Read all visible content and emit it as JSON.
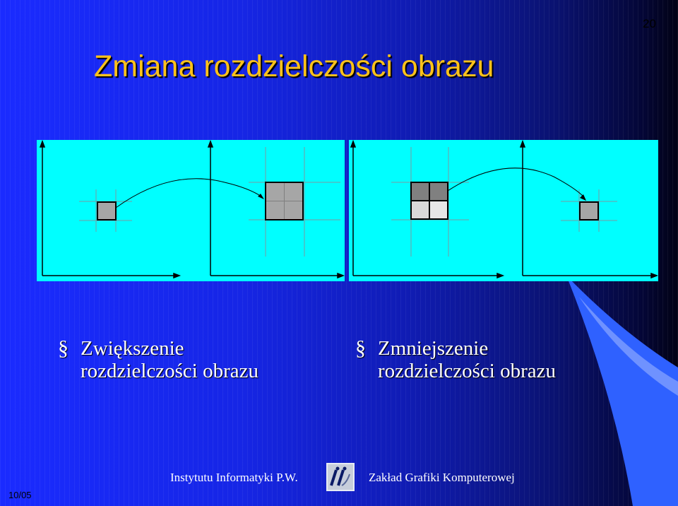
{
  "slide": {
    "number": "20",
    "title": "Zmiana rozdzielczości obrazu",
    "date": "10/05"
  },
  "bullets": [
    {
      "marker": "§",
      "lines": [
        "Zwiększenie",
        "rozdzielczości obrazu"
      ]
    },
    {
      "marker": "§",
      "lines": [
        "Zmniejszenie",
        "rozdzielczości obrazu"
      ]
    }
  ],
  "footer": {
    "left": "Instytutu Informatyki P.W.",
    "right": "Zakład Grafiki Komputerowej",
    "logo_icon": "ii-logo-icon"
  },
  "colors": {
    "title": "#ffc21a",
    "panel_background": "#00ffff",
    "pixel_mid_gray": "#a6a6a6",
    "pixel_dark_gray": "#808080",
    "pixel_light_gray": "#d9d9d9",
    "pixel_lighter_gray": "#e6e6e6"
  }
}
